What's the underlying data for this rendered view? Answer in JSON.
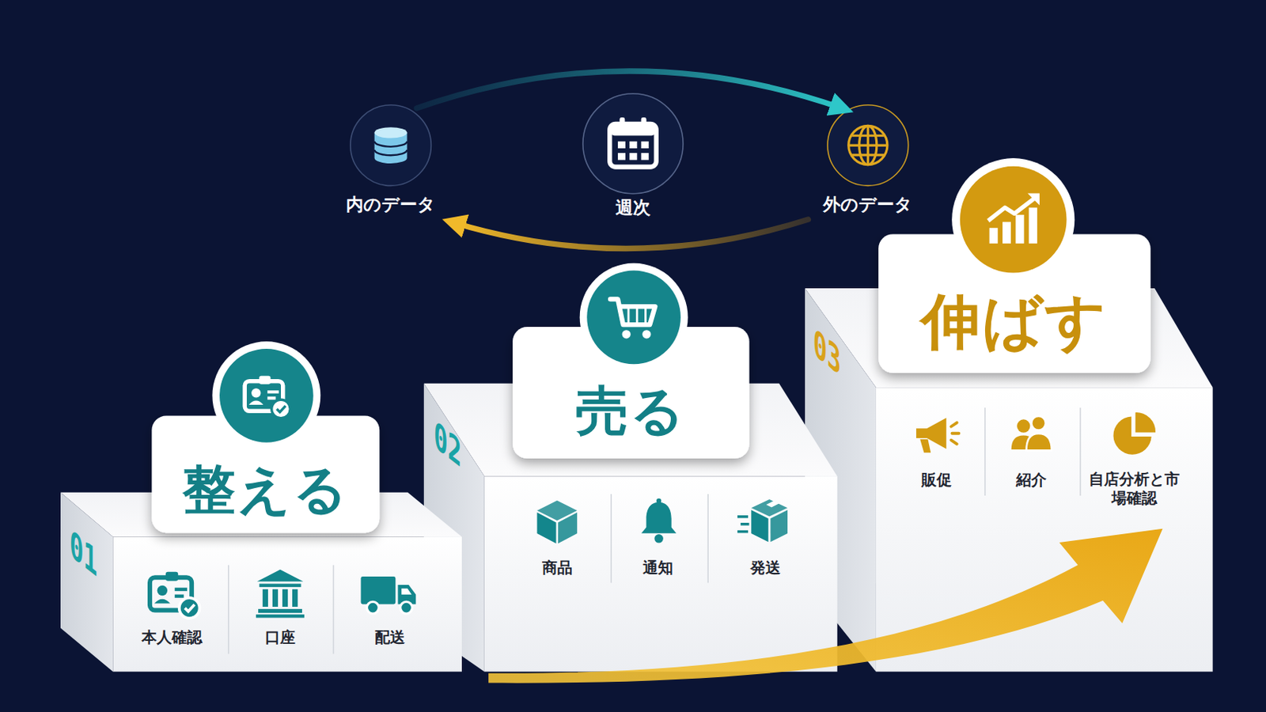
{
  "diagram": {
    "nodes": [
      {
        "text": [
          "内のデータ"
        ]
      },
      {
        "text": [
          "週次"
        ]
      },
      {
        "text": [
          "外のデータ"
        ]
      },
      {
        "text": [
          "01"
        ]
      },
      {
        "text": [
          "整える"
        ]
      },
      {
        "text": [
          "本人確認"
        ],
        "in": 3
      },
      {
        "text": [
          "口座"
        ],
        "in": 3
      },
      {
        "text": [
          "配送"
        ],
        "in": 3
      },
      {
        "text": [
          "02"
        ]
      },
      {
        "text": [
          "売る"
        ]
      },
      {
        "text": [
          "商品"
        ],
        "in": 8
      },
      {
        "text": [
          "通知"
        ],
        "in": 8
      },
      {
        "text": [
          "発送"
        ],
        "in": 8
      },
      {
        "text": [
          "03"
        ]
      },
      {
        "text": [
          "伸ばす"
        ]
      },
      {
        "text": [
          "販促"
        ],
        "in": 13
      },
      {
        "text": [
          "紹介"
        ],
        "in": 13
      },
      {
        "text": [
          "自店分析と市場確認"
        ],
        "in": 13
      }
    ],
    "edges": [
      {
        "from": 0,
        "to": 2,
        "arrow": "to"
      },
      {
        "from": 2,
        "to": 0,
        "arrow": "to"
      }
    ]
  }
}
